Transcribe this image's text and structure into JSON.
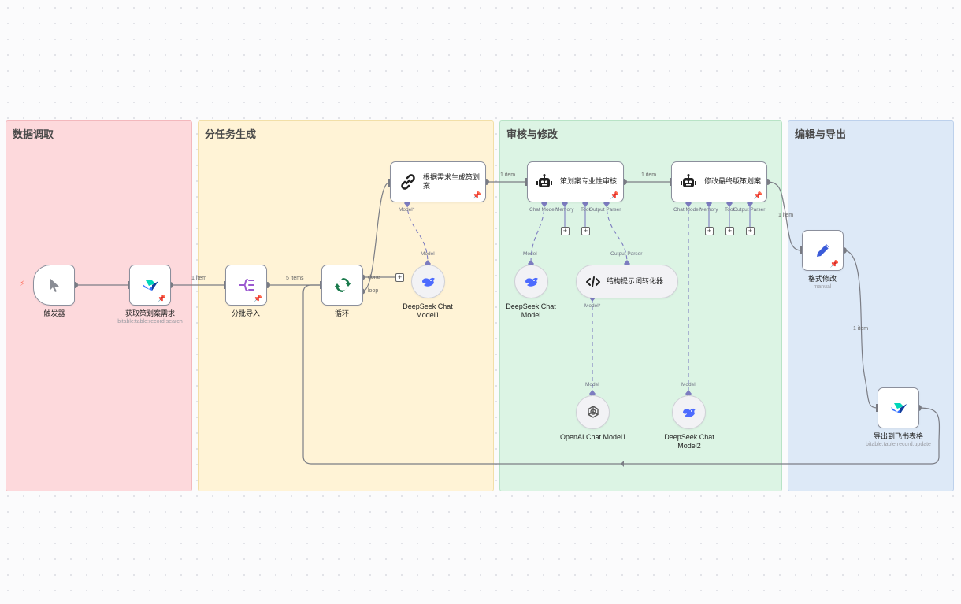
{
  "groups": [
    {
      "title": "数据调取",
      "color": "#fdd9dc",
      "border": "#f3b8bd"
    },
    {
      "title": "分任务生成",
      "color": "#fff3d6",
      "border": "#f2dfa8"
    },
    {
      "title": "审核与修改",
      "color": "#dcf4e4",
      "border": "#b8e3c6"
    },
    {
      "title": "编辑与导出",
      "color": "#dde9f7",
      "border": "#bdd1ec"
    }
  ],
  "nodes": {
    "trigger": {
      "label": "触发器"
    },
    "fetch": {
      "label": "获取策划案需求",
      "sub": "bitable:table:record:search"
    },
    "batch": {
      "label": "分批导入"
    },
    "loop": {
      "label": "循环",
      "done": "done",
      "loop": "loop"
    },
    "gen": {
      "label": "根据需求生成策划案",
      "model_port": "Model*"
    },
    "ds1": {
      "label": "DeepSeek Chat Model1",
      "port": "Model"
    },
    "review": {
      "label": "策划案专业性审核",
      "ports": [
        "Chat Model*",
        "Memory",
        "Tool",
        "Output Parser"
      ]
    },
    "ds0": {
      "label": "DeepSeek Chat Model",
      "port": "Model"
    },
    "parser": {
      "label": "结构提示词转化器",
      "port_top": "Output Parser",
      "port_bottom": "Model*"
    },
    "openai": {
      "label": "OpenAI Chat Model1",
      "port": "Model"
    },
    "final": {
      "label": "修改最终版策划案",
      "ports": [
        "Chat Model*",
        "Memory",
        "Tool",
        "Output Parser"
      ]
    },
    "ds2": {
      "label": "DeepSeek Chat Model2",
      "port": "Model"
    },
    "edit": {
      "label": "格式修改",
      "sub": "manual"
    },
    "export": {
      "label": "导出到飞书表格",
      "sub": "bitable:table:record:update"
    }
  },
  "edges": {
    "fetch_batch": "1 item",
    "batch_loop": "5 items",
    "gen_review": "1 item",
    "review_final": "1 item",
    "final_edit": "1 item",
    "edit_export": "1 item"
  },
  "colors": {
    "wire": "#7b7d85",
    "dashed": "#7d7cc0",
    "accent": "#6a55d0"
  }
}
